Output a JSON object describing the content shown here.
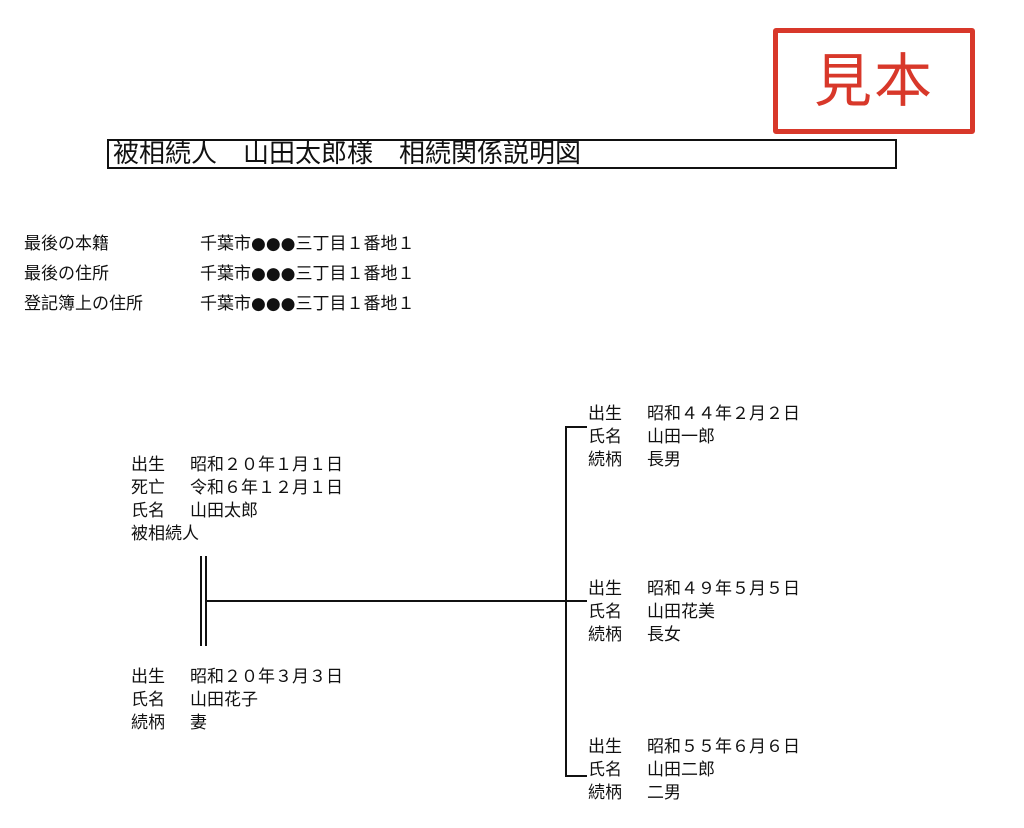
{
  "stamp": "見本",
  "title": "被相続人　山田太郎様　相続関係説明図",
  "domicile": [
    {
      "label": "最後の本籍",
      "value": "千葉市●●●三丁目１番地１"
    },
    {
      "label": "最後の住所",
      "value": "千葉市●●●三丁目１番地１"
    },
    {
      "label": "登記簿上の住所",
      "value": "千葉市●●●三丁目１番地１"
    }
  ],
  "decedent": {
    "birth_label": "出生",
    "birth": "昭和２０年１月１日",
    "death_label": "死亡",
    "death": "令和６年１２月１日",
    "name_label": "氏名",
    "name": "山田太郎",
    "role": "被相続人"
  },
  "spouse": {
    "birth_label": "出生",
    "birth": "昭和２０年３月３日",
    "name_label": "氏名",
    "name": "山田花子",
    "rel_label": "続柄",
    "rel": "妻"
  },
  "children": [
    {
      "birth_label": "出生",
      "birth": "昭和４４年２月２日",
      "name_label": "氏名",
      "name": "山田一郎",
      "rel_label": "続柄",
      "rel": "長男"
    },
    {
      "birth_label": "出生",
      "birth": "昭和４９年５月５日",
      "name_label": "氏名",
      "name": "山田花美",
      "rel_label": "続柄",
      "rel": "長女"
    },
    {
      "birth_label": "出生",
      "birth": "昭和５５年６月６日",
      "name_label": "氏名",
      "name": "山田二郎",
      "rel_label": "続柄",
      "rel": "二男"
    }
  ]
}
